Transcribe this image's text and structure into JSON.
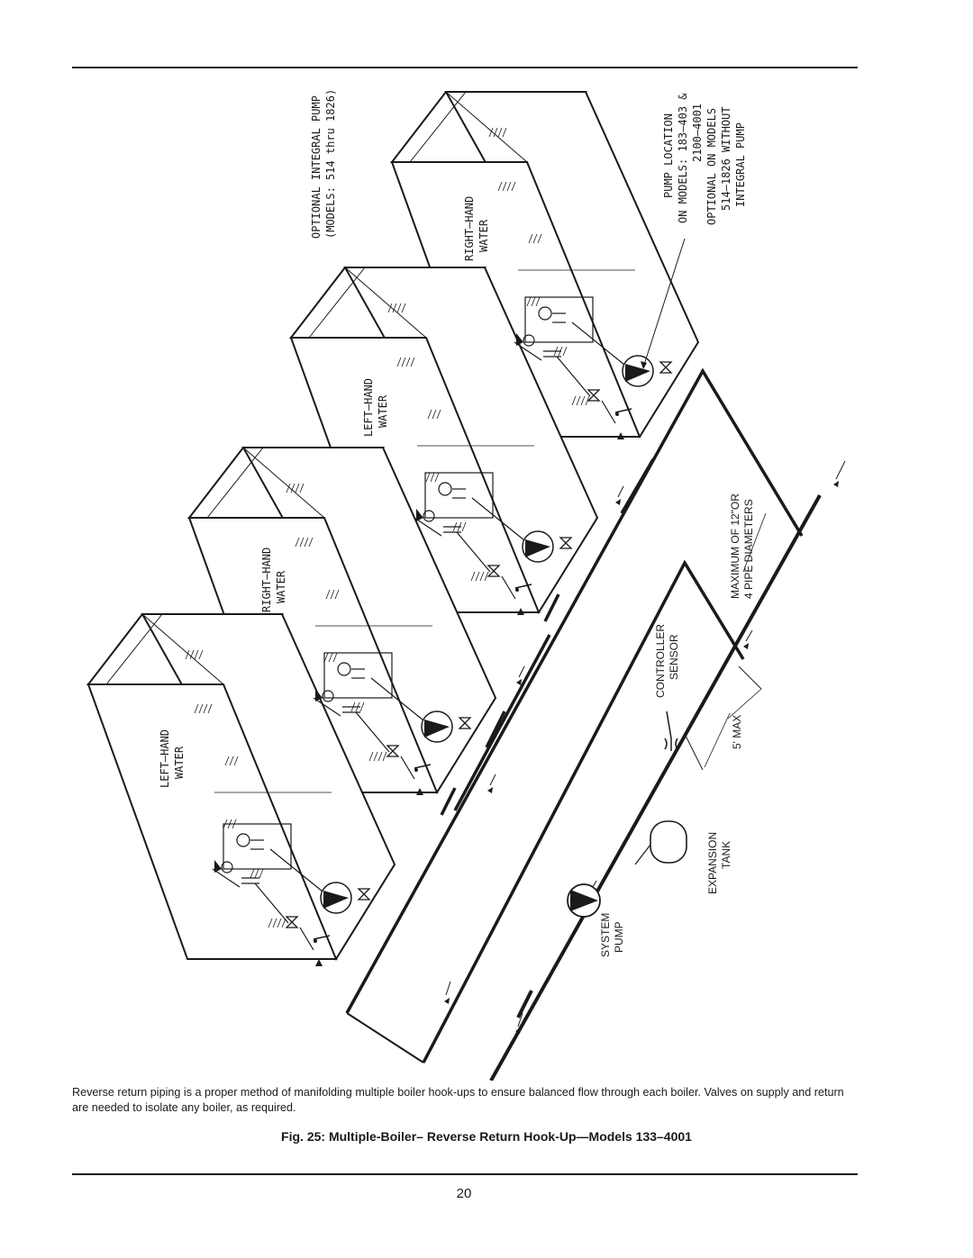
{
  "figure": {
    "boilers": [
      {
        "label_line1": "LEFT–HAND",
        "label_line2": "WATER"
      },
      {
        "label_line1": "RIGHT–HAND",
        "label_line2": "WATER"
      },
      {
        "label_line1": "LEFT–HAND",
        "label_line2": "WATER"
      },
      {
        "label_line1": "RIGHT–HAND",
        "label_line2": "WATER"
      }
    ],
    "optional_pump_line1": "OPTIONAL INTEGRAL PUMP",
    "optional_pump_line2": "(MODELS: 514 thru 1826)",
    "pump_location_lines": [
      "PUMP LOCATION",
      "ON MODELS: 183–403 &",
      "2100–4001",
      "OPTIONAL ON MODELS",
      "514–1826 WITHOUT",
      "INTEGRAL PUMP"
    ],
    "max_distance_line1": "MAXIMUM OF 12\"OR",
    "max_distance_line2": "4 PIPE DIAMETERS",
    "controller_line1": "CONTROLLER",
    "controller_line2": "SENSOR",
    "five_max": "5' MAX",
    "expansion_line1": "EXPANSION",
    "expansion_line2": "TANK",
    "system_pump_line1": "SYSTEM",
    "system_pump_line2": "PUMP"
  },
  "caption": {
    "description": "Reverse return piping is a proper method of manifolding multiple boiler hook-ups to ensure balanced flow through each boiler. Valves on supply and return are needed to isolate any boiler, as required.",
    "title": "Fig. 25: Multiple-Boiler– Reverse Return Hook-Up—Models 133–4001"
  },
  "page_number": "20"
}
